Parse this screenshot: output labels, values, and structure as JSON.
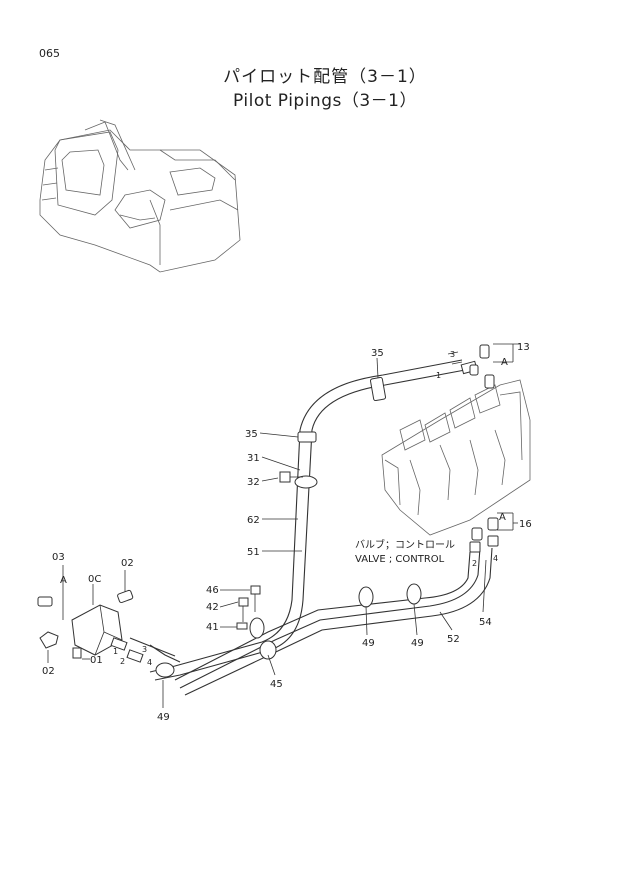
{
  "page_number": "065",
  "title_jp": "パイロット配管（3－1）",
  "title_en": "Pilot Pipings（3－1）",
  "valve_note": {
    "jp": "バルブ；コントロール",
    "en": "VALVE ; CONTROL"
  },
  "labels": {
    "p35a": "35",
    "p35b": "35",
    "p13": "13",
    "p31": "31",
    "p32": "32",
    "p62": "62",
    "p51": "51",
    "p16": "16",
    "p03": "03",
    "p0C": "0C",
    "p02a": "02",
    "p02b": "02",
    "p01": "01",
    "p46": "46",
    "p42": "42",
    "p41": "41",
    "p45": "45",
    "p49a": "49",
    "p49b": "49",
    "p49c": "49",
    "p52": "52",
    "p54": "54",
    "pA1": "A",
    "pA2": "A",
    "pA3": "A",
    "n1": "1",
    "n2": "2",
    "n3": "3",
    "n4": "4",
    "n1b": "1",
    "n2b": "2",
    "n3b": "3",
    "n4b": "4"
  }
}
